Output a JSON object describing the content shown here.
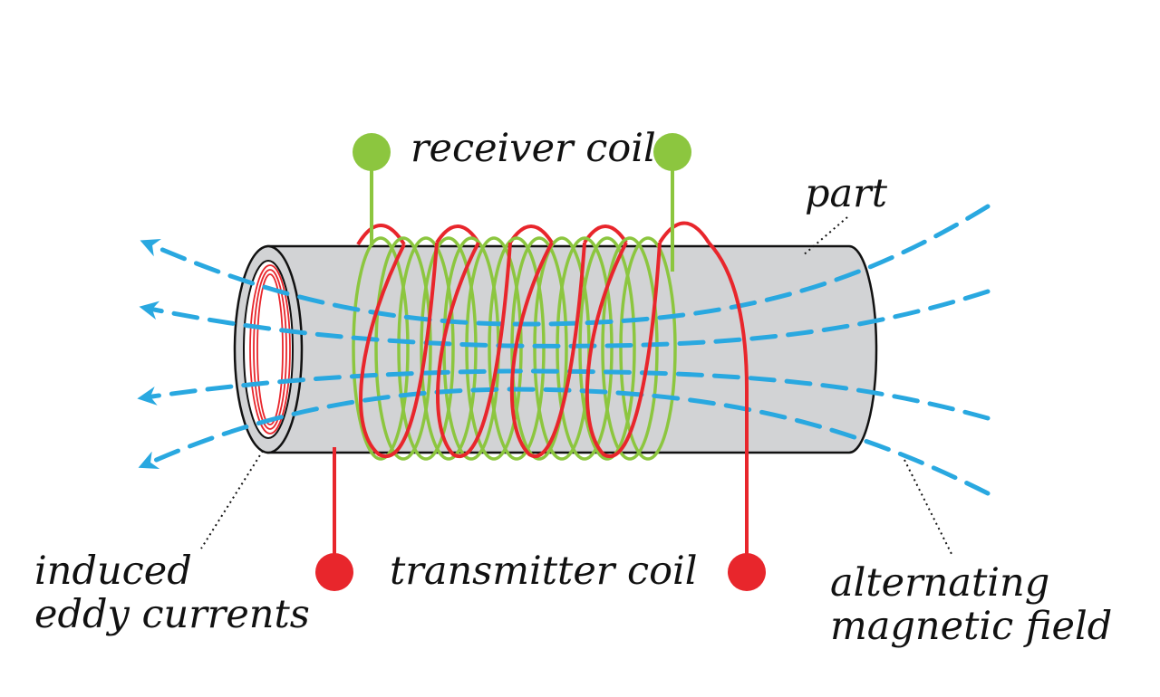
{
  "labels": {
    "receiver_coil": "receiver coil",
    "part": "part",
    "transmitter_coil": "transmitter coil",
    "eddy_line1": "induced",
    "eddy_line2": "eddy currents",
    "field_line1": "alternating",
    "field_line2": "magnetic field"
  },
  "colors": {
    "transmitter": "#e8262c",
    "receiver": "#8cc63f",
    "field": "#29a8e0",
    "part_fill": "#d2d3d5",
    "outline": "#111111"
  }
}
